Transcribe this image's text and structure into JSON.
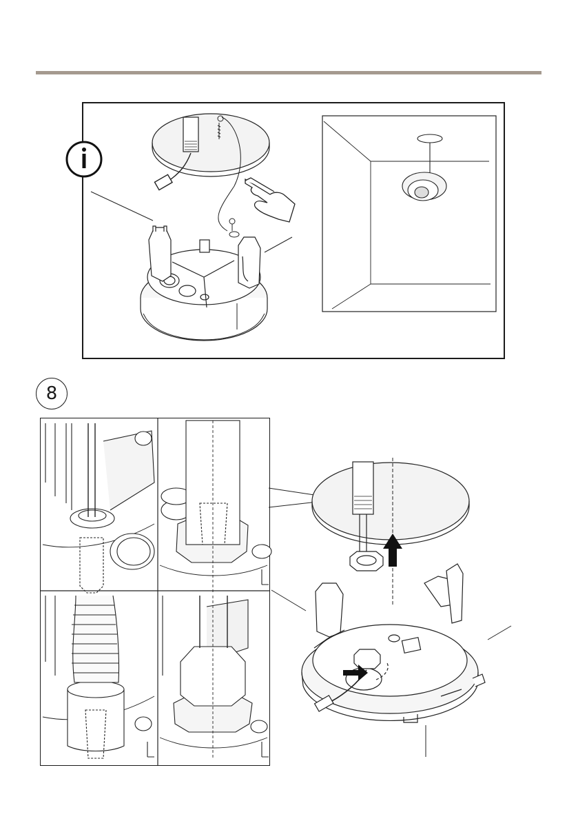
{
  "page": {
    "header_rule_color": "#a59a8f",
    "info_icon": "info-icon",
    "step": {
      "number": "8"
    }
  },
  "figures": {
    "info_figure": [
      "ceiling-disc",
      "conduit-pipe",
      "network-cable",
      "safety-wire",
      "mounting-bracket",
      "hand-pointer-icon"
    ],
    "inset_figure": [
      "room-corner",
      "dome-camera"
    ],
    "step_figure": [
      "ceiling-disc",
      "conduit-pipe",
      "lock-nut",
      "up-arrow-icon",
      "mounting-bracket",
      "rotate-arrow-icon"
    ],
    "detail_panels": [
      "grommet-cable",
      "conduit-lock-nut",
      "flex-conduit",
      "double-lock-nut"
    ]
  }
}
